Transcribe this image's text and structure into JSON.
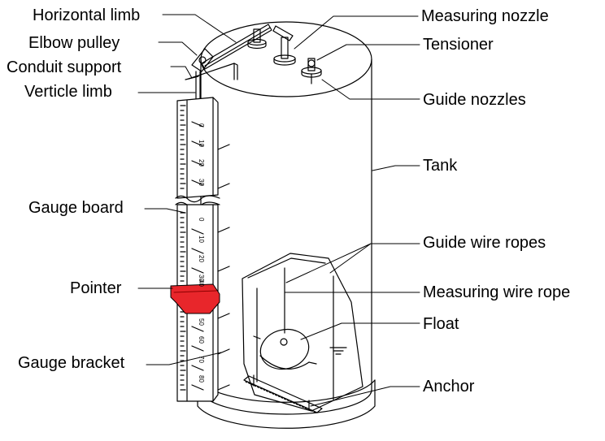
{
  "labels": {
    "horizontal_limb": "Horizontal limb",
    "elbow_pulley": "Elbow pulley",
    "conduit_support": "Conduit support",
    "verticle_limb": "Verticle limb",
    "gauge_board": "Gauge board",
    "pointer": "Pointer",
    "gauge_bracket": "Gauge bracket",
    "measuring_nozzle": "Measuring nozzle",
    "tensioner": "Tensioner",
    "guide_nozzles": "Guide nozzles",
    "tank": "Tank",
    "guide_wire_ropes": "Guide wire ropes",
    "measuring_wire_rope": "Measuring wire rope",
    "float": "Float",
    "anchor": "Anchor"
  },
  "scale_upper": [
    "0",
    "10",
    "20",
    "30"
  ],
  "scale_lower": [
    "0",
    "10",
    "20",
    "30",
    "40",
    "50",
    "60",
    "70",
    "80"
  ],
  "colors": {
    "pointer": "#e8262b",
    "line": "#000000",
    "background": "#ffffff"
  }
}
